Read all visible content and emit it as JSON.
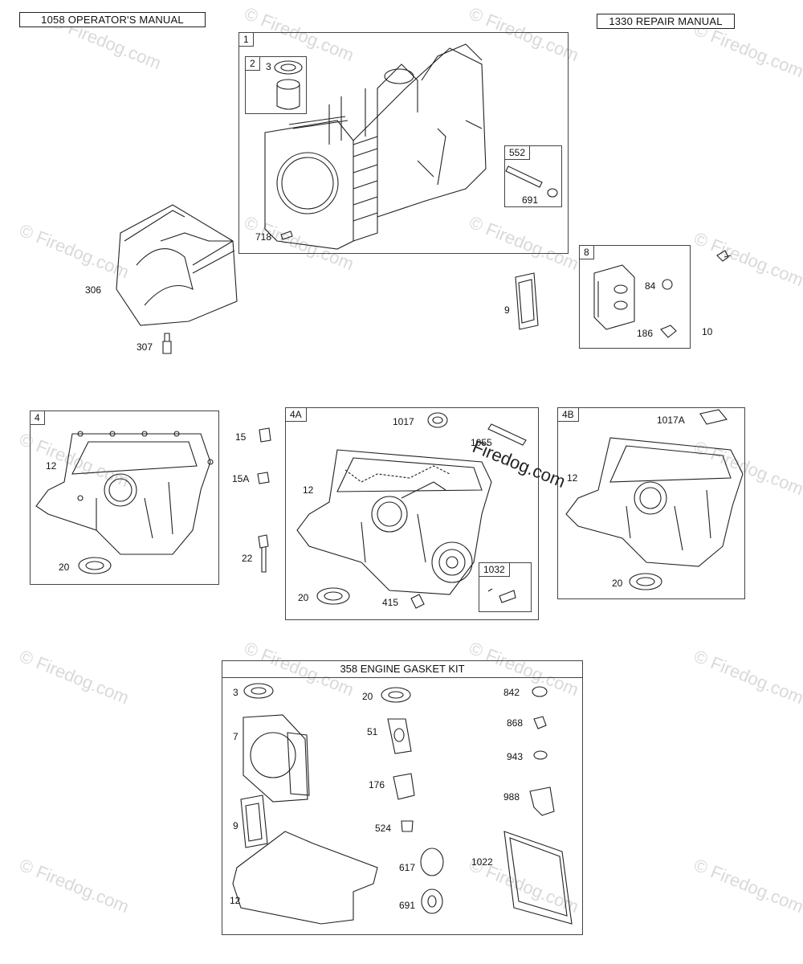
{
  "manuals": {
    "operator": "1058 OPERATOR'S MANUAL",
    "repair": "1330 REPAIR MANUAL"
  },
  "watermark": {
    "text": "© Firedog.com",
    "overlay": "Firedog.com"
  },
  "parts": {
    "p1": "1",
    "p2": "2",
    "p3": "3",
    "p552": "552",
    "p691": "691",
    "p718": "718",
    "p306": "306",
    "p307": "307",
    "p9": "9",
    "p8": "8",
    "p84": "84",
    "p186": "186",
    "p10": "10",
    "p4": "4",
    "p12": "12",
    "p20": "20",
    "p15": "15",
    "p15a": "15A",
    "p22": "22",
    "p4a": "4A",
    "p1017": "1017",
    "p1055": "1055",
    "p415": "415",
    "p1032": "1032",
    "p4b": "4B",
    "p1017a": "1017A"
  },
  "kit": {
    "title": "358 ENGINE GASKET KIT",
    "items": [
      "3",
      "7",
      "9",
      "12",
      "20",
      "51",
      "176",
      "524",
      "617",
      "691",
      "842",
      "868",
      "943",
      "988",
      "1022"
    ]
  }
}
